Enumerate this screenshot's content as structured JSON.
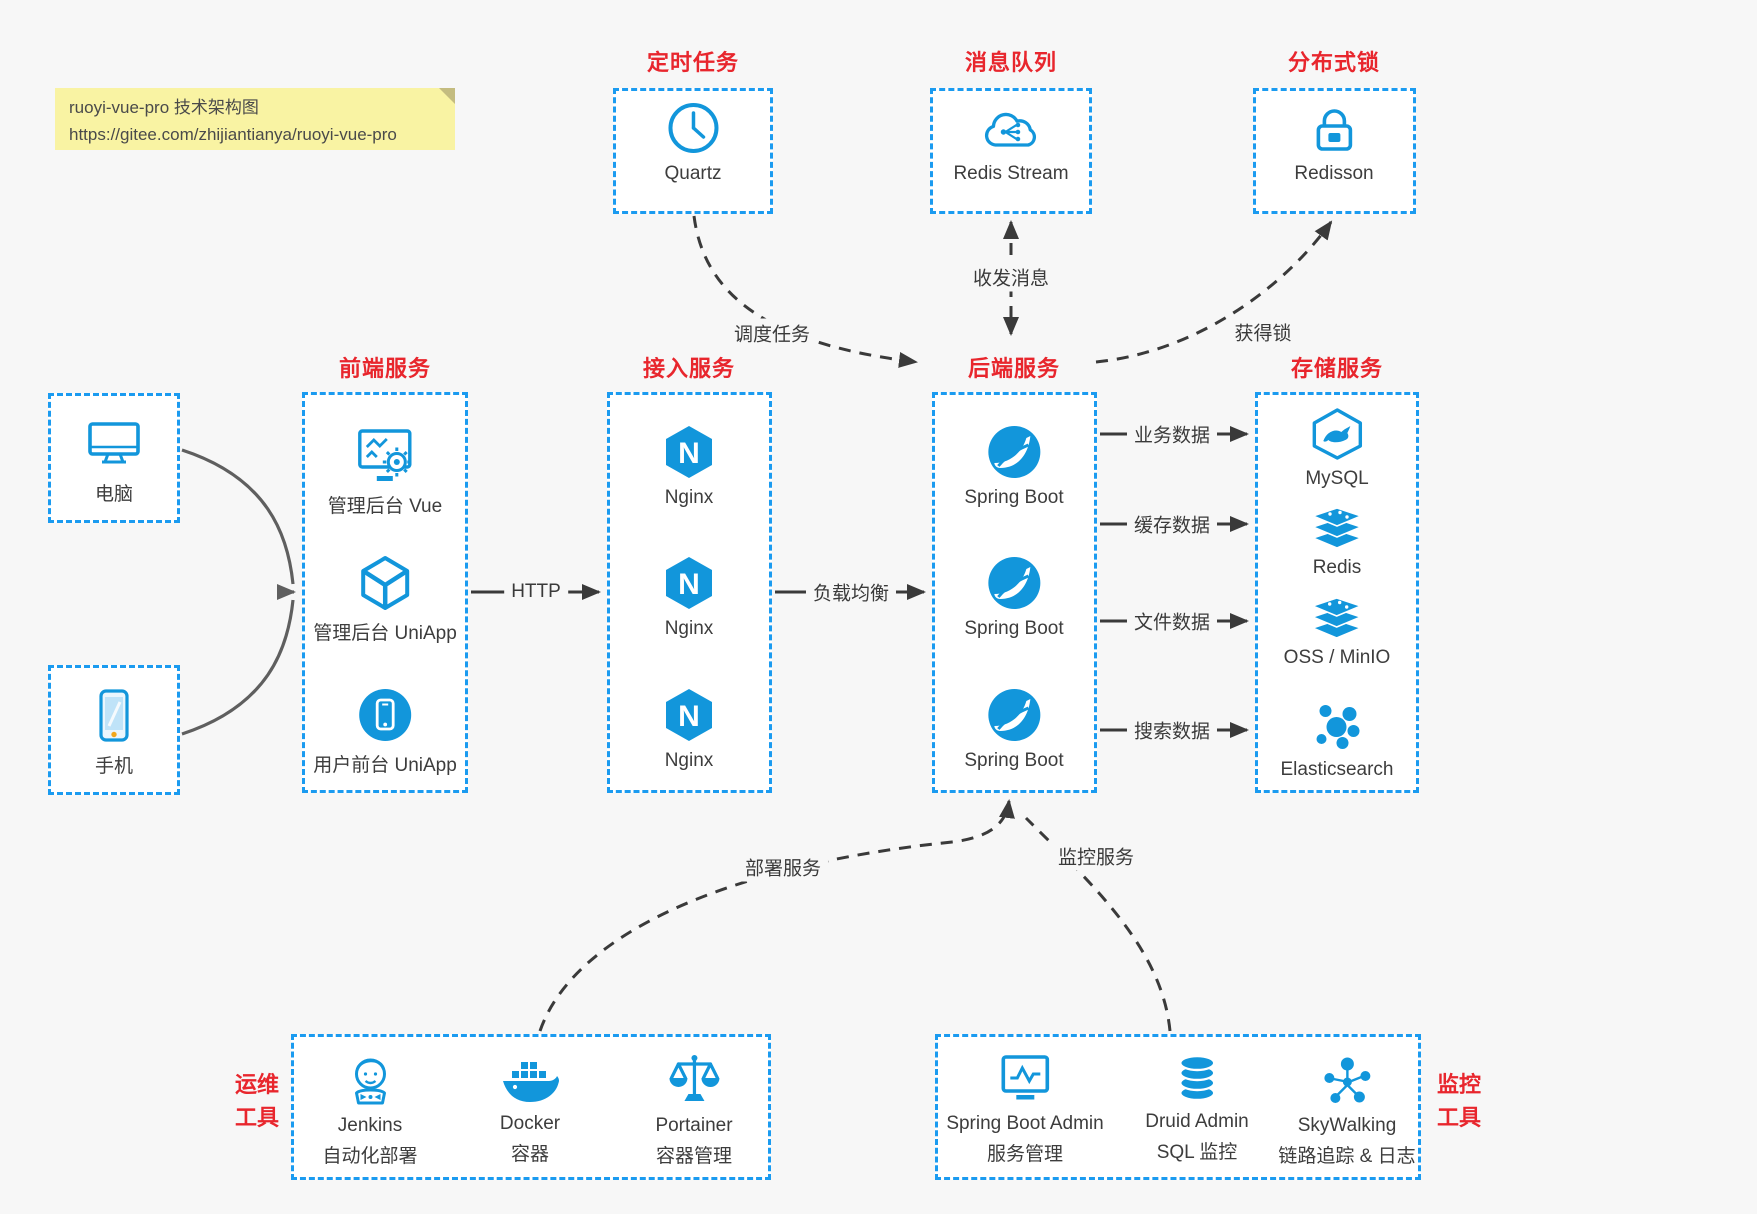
{
  "note": {
    "line1": "ruoyi-vue-pro 技术架构图",
    "line2": "https://gitee.com/zhijiantianya/ruoyi-vue-pro"
  },
  "top_services": [
    {
      "title": "定时任务",
      "label": "Quartz",
      "icon": "clock-icon"
    },
    {
      "title": "消息队列",
      "label": "Redis Stream",
      "icon": "cloud-queue-icon"
    },
    {
      "title": "分布式锁",
      "label": "Redisson",
      "icon": "lock-icon"
    }
  ],
  "clients": [
    {
      "label": "电脑",
      "icon": "desktop-icon"
    },
    {
      "label": "手机",
      "icon": "smartphone-icon"
    }
  ],
  "service_columns": {
    "frontend": {
      "title": "前端服务",
      "items": [
        {
          "label": "管理后台 Vue",
          "icon": "admin-dashboard-icon"
        },
        {
          "label": "管理后台 UniApp",
          "icon": "uniapp-cube-icon"
        },
        {
          "label": "用户前台 UniApp",
          "icon": "mobile-app-icon"
        }
      ]
    },
    "gateway": {
      "title": "接入服务",
      "items": [
        {
          "label": "Nginx",
          "icon": "nginx-icon"
        },
        {
          "label": "Nginx",
          "icon": "nginx-icon"
        },
        {
          "label": "Nginx",
          "icon": "nginx-icon"
        }
      ]
    },
    "backend": {
      "title": "后端服务",
      "items": [
        {
          "label": "Spring Boot",
          "icon": "spring-boot-icon"
        },
        {
          "label": "Spring Boot",
          "icon": "spring-boot-icon"
        },
        {
          "label": "Spring Boot",
          "icon": "spring-boot-icon"
        }
      ]
    },
    "storage": {
      "title": "存储服务",
      "items": [
        {
          "label": "MySQL",
          "icon": "mysql-icon"
        },
        {
          "label": "Redis",
          "icon": "redis-stack-icon"
        },
        {
          "label": "OSS / MinIO",
          "icon": "oss-stack-icon"
        },
        {
          "label": "Elasticsearch",
          "icon": "elasticsearch-icon"
        }
      ]
    }
  },
  "tool_groups": {
    "ops": {
      "title": "运维工具",
      "items": [
        {
          "label": "Jenkins",
          "sublabel": "自动化部署",
          "icon": "jenkins-icon"
        },
        {
          "label": "Docker",
          "sublabel": "容器",
          "icon": "docker-whale-icon"
        },
        {
          "label": "Portainer",
          "sublabel": "容器管理",
          "icon": "portainer-scale-icon"
        }
      ]
    },
    "monitor": {
      "title": "监控工具",
      "items": [
        {
          "label": "Spring Boot Admin",
          "sublabel": "服务管理",
          "icon": "monitor-chart-icon"
        },
        {
          "label": "Druid Admin",
          "sublabel": "SQL 监控",
          "icon": "database-stack-icon"
        },
        {
          "label": "SkyWalking",
          "sublabel": "链路追踪 & 日志",
          "icon": "topology-icon"
        }
      ]
    }
  },
  "edge_labels": {
    "http": "HTTP",
    "load_balance": "负载均衡",
    "schedule": "调度任务",
    "message": "收发消息",
    "lock": "获得锁",
    "business_data": "业务数据",
    "cache_data": "缓存数据",
    "file_data": "文件数据",
    "search_data": "搜索数据",
    "deploy": "部署服务",
    "monitor": "监控服务"
  },
  "colors": {
    "accent_icon": "#1296db",
    "accent_border": "#1b9bf0",
    "title_red": "#e8262d",
    "background": "#f7f7f7",
    "box_background": "#ffffff",
    "arrow_dark": "#3a3a3a",
    "arrow_gray": "#5f5f5f",
    "note_background": "#f9f3a3"
  }
}
